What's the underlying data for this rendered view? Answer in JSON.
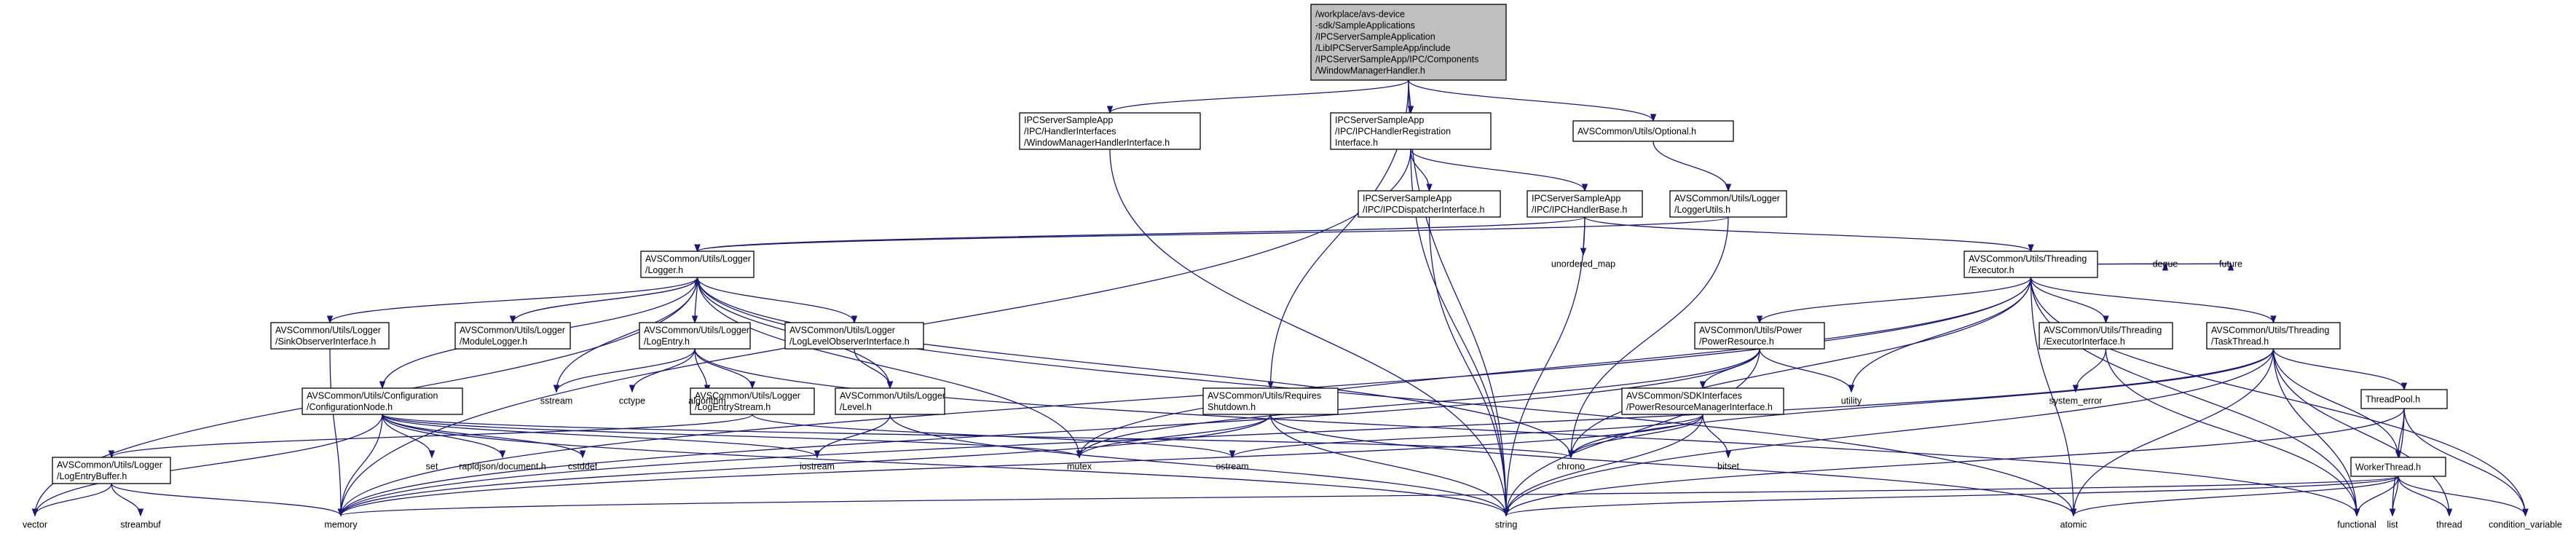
{
  "diagram": {
    "type": "include-dependency-graph",
    "colors": {
      "edge": "#191970",
      "root_fill": "#bfbfbf",
      "node_fill": "#ffffff",
      "border": "#000000"
    },
    "nodes": [
      {
        "id": "root",
        "lines": [
          "/workplace/avs-device",
          "-sdk/SampleApplications",
          "/IPCServerSampleApplication",
          "/LibIPCServerSampleApp/include",
          "/IPCServerSampleApp/IPC/Components",
          "/WindowManagerHandler.h"
        ],
        "root": true
      },
      {
        "id": "wmhi",
        "lines": [
          "IPCServerSampleApp",
          "/IPC/HandlerInterfaces",
          "/WindowManagerHandlerInterface.h"
        ]
      },
      {
        "id": "ipchri",
        "lines": [
          "IPCServerSampleApp",
          "/IPC/IPCHandlerRegistration",
          "Interface.h"
        ]
      },
      {
        "id": "optional",
        "lines": [
          "AVSCommon/Utils/Optional.h"
        ]
      },
      {
        "id": "ipcdisp",
        "lines": [
          "IPCServerSampleApp",
          "/IPC/IPCDispatcherInterface.h"
        ]
      },
      {
        "id": "ipchb",
        "lines": [
          "IPCServerSampleApp",
          "/IPC/IPCHandlerBase.h"
        ]
      },
      {
        "id": "loggerutils",
        "lines": [
          "AVSCommon/Utils/Logger",
          "/LoggerUtils.h"
        ]
      },
      {
        "id": "unordered_map",
        "lines": [
          "unordered_map"
        ],
        "plain": true
      },
      {
        "id": "logger",
        "lines": [
          "AVSCommon/Utils/Logger",
          "/Logger.h"
        ]
      },
      {
        "id": "executor",
        "lines": [
          "AVSCommon/Utils/Threading",
          "/Executor.h"
        ]
      },
      {
        "id": "sinkobs",
        "lines": [
          "AVSCommon/Utils/Logger",
          "/SinkObserverInterface.h"
        ]
      },
      {
        "id": "modlogger",
        "lines": [
          "AVSCommon/Utils/Logger",
          "/ModuleLogger.h"
        ]
      },
      {
        "id": "logentry",
        "lines": [
          "AVSCommon/Utils/Logger",
          "/LogEntry.h"
        ]
      },
      {
        "id": "loglevelobs",
        "lines": [
          "AVSCommon/Utils/Logger",
          "/LogLevelObserverInterface.h"
        ]
      },
      {
        "id": "confnode",
        "lines": [
          "AVSCommon/Utils/Configuration",
          "/ConfigurationNode.h"
        ]
      },
      {
        "id": "logentrystream",
        "lines": [
          "AVSCommon/Utils/Logger",
          "/LogEntryStream.h"
        ]
      },
      {
        "id": "level",
        "lines": [
          "AVSCommon/Utils/Logger",
          "/Level.h"
        ]
      },
      {
        "id": "reqshut",
        "lines": [
          "AVSCommon/Utils/Requires",
          "Shutdown.h"
        ]
      },
      {
        "id": "powerres",
        "lines": [
          "AVSCommon/Utils/Power",
          "/PowerResource.h"
        ]
      },
      {
        "id": "execint",
        "lines": [
          "AVSCommon/Utils/Threading",
          "/ExecutorInterface.h"
        ]
      },
      {
        "id": "taskthread",
        "lines": [
          "AVSCommon/Utils/Threading",
          "/TaskThread.h"
        ]
      },
      {
        "id": "prmi",
        "lines": [
          "AVSCommon/SDKInterfaces",
          "/PowerResourceManagerInterface.h"
        ]
      },
      {
        "id": "threadpool",
        "lines": [
          "ThreadPool.h"
        ]
      },
      {
        "id": "workerthread",
        "lines": [
          "WorkerThread.h"
        ]
      },
      {
        "id": "logentrybuffer",
        "lines": [
          "AVSCommon/Utils/Logger",
          "/LogEntryBuffer.h"
        ]
      },
      {
        "id": "sstream",
        "lines": [
          "sstream"
        ],
        "plain": true
      },
      {
        "id": "cctype",
        "lines": [
          "cctype"
        ],
        "plain": true
      },
      {
        "id": "algorithm",
        "lines": [
          "algorithm"
        ],
        "plain": true
      },
      {
        "id": "set",
        "lines": [
          "set"
        ],
        "plain": true
      },
      {
        "id": "rapidjson",
        "lines": [
          "rapidjson/document.h"
        ],
        "plain": true
      },
      {
        "id": "cstddef",
        "lines": [
          "cstddef"
        ],
        "plain": true
      },
      {
        "id": "iostream",
        "lines": [
          "iostream"
        ],
        "plain": true
      },
      {
        "id": "mutex",
        "lines": [
          "mutex"
        ],
        "plain": true
      },
      {
        "id": "ostream",
        "lines": [
          "ostream"
        ],
        "plain": true
      },
      {
        "id": "chrono",
        "lines": [
          "chrono"
        ],
        "plain": true
      },
      {
        "id": "utility",
        "lines": [
          "utility"
        ],
        "plain": true
      },
      {
        "id": "system_error",
        "lines": [
          "system_error"
        ],
        "plain": true
      },
      {
        "id": "deque",
        "lines": [
          "deque"
        ],
        "plain": true
      },
      {
        "id": "future",
        "lines": [
          "future"
        ],
        "plain": true
      },
      {
        "id": "bitset",
        "lines": [
          "bitset"
        ],
        "plain": true
      },
      {
        "id": "vector",
        "lines": [
          "vector"
        ],
        "plain": true
      },
      {
        "id": "streambuf",
        "lines": [
          "streambuf"
        ],
        "plain": true
      },
      {
        "id": "memory",
        "lines": [
          "memory"
        ],
        "plain": true
      },
      {
        "id": "string",
        "lines": [
          "string"
        ],
        "plain": true
      },
      {
        "id": "atomic",
        "lines": [
          "atomic"
        ],
        "plain": true
      },
      {
        "id": "functional",
        "lines": [
          "functional"
        ],
        "plain": true
      },
      {
        "id": "list",
        "lines": [
          "list"
        ],
        "plain": true
      },
      {
        "id": "thread",
        "lines": [
          "thread"
        ],
        "plain": true
      },
      {
        "id": "condition_variable",
        "lines": [
          "condition_variable"
        ],
        "plain": true
      }
    ],
    "edges": [
      [
        "root",
        "wmhi"
      ],
      [
        "root",
        "ipchri"
      ],
      [
        "root",
        "optional"
      ],
      [
        "root",
        "reqshut"
      ],
      [
        "root",
        "string"
      ],
      [
        "wmhi",
        "string"
      ],
      [
        "ipchri",
        "ipcdisp"
      ],
      [
        "ipchri",
        "ipchb"
      ],
      [
        "ipchri",
        "memory"
      ],
      [
        "ipchri",
        "string"
      ],
      [
        "ipcdisp",
        "string"
      ],
      [
        "ipchb",
        "unordered_map"
      ],
      [
        "ipchb",
        "logger"
      ],
      [
        "ipchb",
        "executor"
      ],
      [
        "ipchb",
        "string"
      ],
      [
        "optional",
        "loggerutils"
      ],
      [
        "loggerutils",
        "logger"
      ],
      [
        "loggerutils",
        "chrono"
      ],
      [
        "logger",
        "sinkobs"
      ],
      [
        "logger",
        "modlogger"
      ],
      [
        "logger",
        "logentry"
      ],
      [
        "logger",
        "loglevelobs"
      ],
      [
        "logger",
        "confnode"
      ],
      [
        "logger",
        "level"
      ],
      [
        "logger",
        "sstream"
      ],
      [
        "logger",
        "vector"
      ],
      [
        "logger",
        "mutex"
      ],
      [
        "logger",
        "chrono"
      ],
      [
        "logger",
        "atomic"
      ],
      [
        "modlogger",
        "logger"
      ],
      [
        "sinkobs",
        "memory"
      ],
      [
        "loglevelobs",
        "level"
      ],
      [
        "logentry",
        "logentrystream"
      ],
      [
        "logentry",
        "sstream"
      ],
      [
        "logentry",
        "cctype"
      ],
      [
        "logentry",
        "algorithm"
      ],
      [
        "logentry",
        "functional"
      ],
      [
        "logentrystream",
        "logentrybuffer"
      ],
      [
        "logentrystream",
        "ostream"
      ],
      [
        "level",
        "iostream"
      ],
      [
        "level",
        "string"
      ],
      [
        "confnode",
        "set"
      ],
      [
        "confnode",
        "rapidjson"
      ],
      [
        "confnode",
        "cstddef"
      ],
      [
        "confnode",
        "iostream"
      ],
      [
        "confnode",
        "mutex"
      ],
      [
        "confnode",
        "memory"
      ],
      [
        "confnode",
        "string"
      ],
      [
        "confnode",
        "vector"
      ],
      [
        "confnode",
        "chrono"
      ],
      [
        "logentrybuffer",
        "vector"
      ],
      [
        "logentrybuffer",
        "streambuf"
      ],
      [
        "logentrybuffer",
        "memory"
      ],
      [
        "executor",
        "powerres"
      ],
      [
        "executor",
        "execint"
      ],
      [
        "executor",
        "taskthread"
      ],
      [
        "executor",
        "deque"
      ],
      [
        "executor",
        "future"
      ],
      [
        "executor",
        "condition_variable"
      ],
      [
        "executor",
        "mutex"
      ],
      [
        "executor",
        "memory"
      ],
      [
        "executor",
        "atomic"
      ],
      [
        "executor",
        "chrono"
      ],
      [
        "executor",
        "utility"
      ],
      [
        "executor",
        "functional"
      ],
      [
        "powerres",
        "prmi"
      ],
      [
        "powerres",
        "mutex"
      ],
      [
        "powerres",
        "memory"
      ],
      [
        "powerres",
        "string"
      ],
      [
        "powerres",
        "utility"
      ],
      [
        "prmi",
        "chrono"
      ],
      [
        "prmi",
        "bitset"
      ],
      [
        "prmi",
        "ostream"
      ],
      [
        "prmi",
        "memory"
      ],
      [
        "prmi",
        "string"
      ],
      [
        "execint",
        "system_error"
      ],
      [
        "execint",
        "functional"
      ],
      [
        "taskthread",
        "threadpool"
      ],
      [
        "taskthread",
        "workerthread"
      ],
      [
        "taskthread",
        "atomic"
      ],
      [
        "taskthread",
        "chrono"
      ],
      [
        "taskthread",
        "string"
      ],
      [
        "taskthread",
        "memory"
      ],
      [
        "taskthread",
        "thread"
      ],
      [
        "taskthread",
        "functional"
      ],
      [
        "threadpool",
        "workerthread"
      ],
      [
        "threadpool",
        "list"
      ],
      [
        "threadpool",
        "string"
      ],
      [
        "threadpool",
        "condition_variable"
      ],
      [
        "workerthread",
        "atomic"
      ],
      [
        "workerthread",
        "functional"
      ],
      [
        "workerthread",
        "string"
      ],
      [
        "workerthread",
        "memory"
      ],
      [
        "workerthread",
        "thread"
      ],
      [
        "workerthread",
        "list"
      ],
      [
        "workerthread",
        "condition_variable"
      ],
      [
        "reqshut",
        "mutex"
      ],
      [
        "reqshut",
        "memory"
      ],
      [
        "reqshut",
        "string"
      ],
      [
        "reqshut",
        "atomic"
      ]
    ]
  }
}
